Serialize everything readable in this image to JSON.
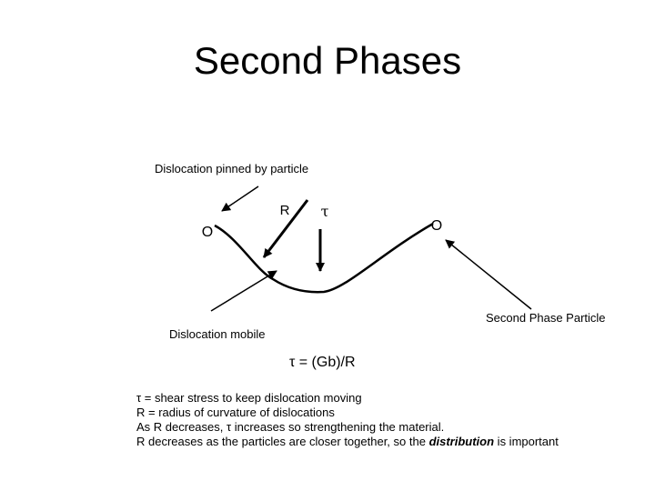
{
  "slide": {
    "title": "Second Phases"
  },
  "diagram": {
    "label_pinned": "Dislocation pinned by particle",
    "label_mobile": "Dislocation mobile",
    "label_particle": "Second Phase Particle",
    "label_radius": "R",
    "label_tau": "τ",
    "particle_left_glyph": "O",
    "particle_right_glyph": "O"
  },
  "equation": {
    "text": "τ = (Gb)/R"
  },
  "notes": {
    "line1": "τ = shear stress to keep dislocation moving",
    "line2": "R = radius of curvature of dislocations",
    "line3": "As R decreases, τ increases so strengthening the material.",
    "line4_before": "R decreases as the particles are closer together, so the ",
    "line4_emphasis": "distribution",
    "line4_after": " is important"
  }
}
